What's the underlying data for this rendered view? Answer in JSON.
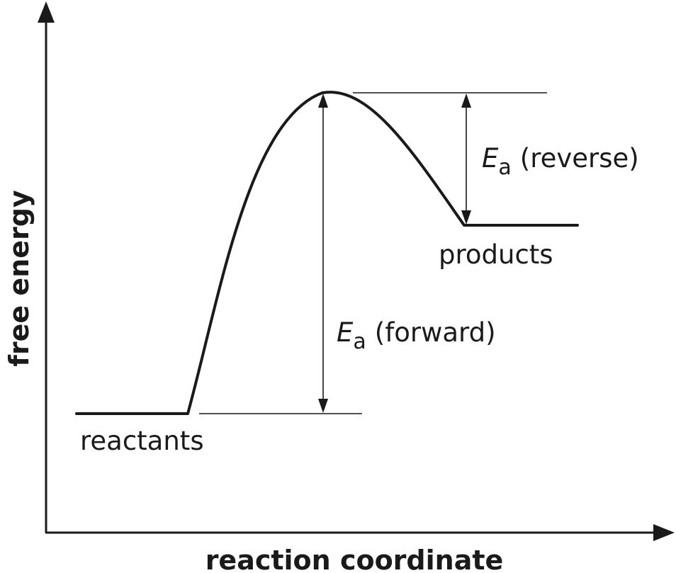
{
  "axes": {
    "x_label": "reaction coordinate",
    "y_label": "free energy"
  },
  "states": {
    "reactants": "reactants",
    "products": "products"
  },
  "activation": {
    "symbol": "E",
    "subscript": "a",
    "forward": "(forward)",
    "reverse": "(reverse)"
  }
}
